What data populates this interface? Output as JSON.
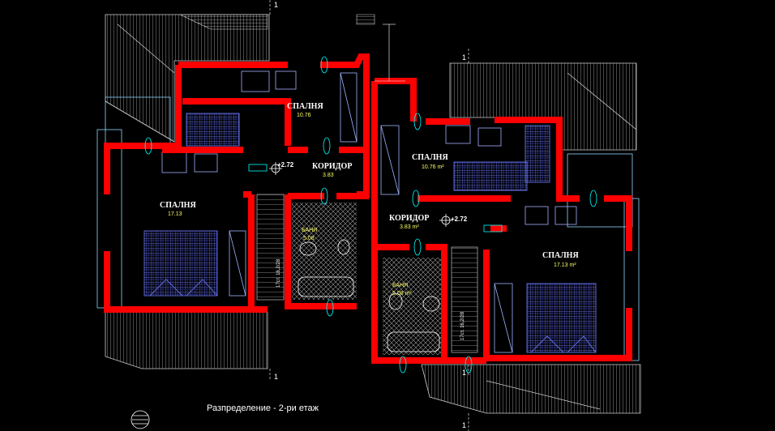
{
  "drawing": {
    "caption": "Разпределение - 2-ри етаж",
    "axis_marker": "1",
    "level_mark": "+2.72"
  },
  "rooms": {
    "bedroom_top_left": {
      "name": "СПАЛНЯ",
      "area": "10.76"
    },
    "bedroom_left": {
      "name": "СПАЛНЯ",
      "area": "17.13"
    },
    "corridor_left": {
      "name": "КОРИДОР",
      "area": "3.83"
    },
    "bath_left": {
      "name": "БАНЯ",
      "area": "5.08"
    },
    "bedroom_top_right": {
      "name": "СПАЛНЯ",
      "area": "10.76 m²"
    },
    "corridor_right": {
      "name": "КОРИДОР",
      "area": "3.83 m²"
    },
    "bath_right": {
      "name": "БАНЯ",
      "area": "5.08 m²"
    },
    "bedroom_right": {
      "name": "СПАЛНЯ",
      "area": "17.13 m²"
    }
  },
  "stairs": {
    "label_left": "17ст. 16,2/28",
    "label_right": "17ст. 16,2/28"
  },
  "colors": {
    "wall": "#ff0000",
    "roof": "#d8d8d8",
    "furniture": "#6e7cff",
    "hatch": "#bfbfbf",
    "annot": "#00ffff",
    "background": "#000000"
  }
}
